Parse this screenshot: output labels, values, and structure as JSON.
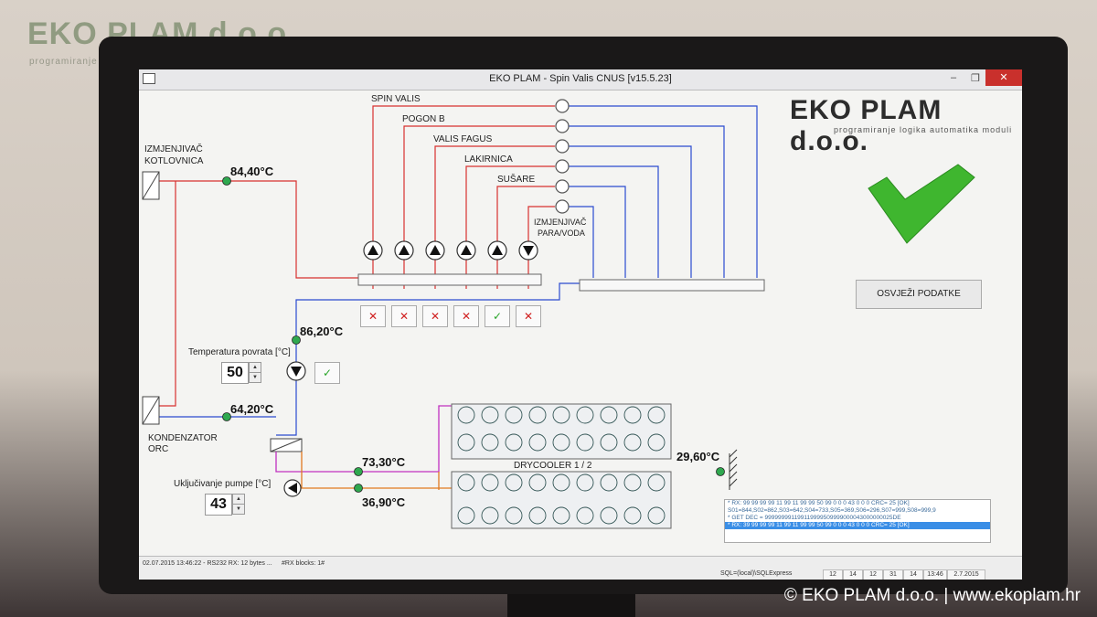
{
  "window": {
    "title": "EKO PLAM - Spin Valis CNUS [v15.5.23]",
    "min": "‒",
    "max": "❐",
    "close": "✕"
  },
  "branding": {
    "logo": "EKO PLAM d.o.o.",
    "tagline": "programiranje logika automatika moduli"
  },
  "wall": {
    "logo": "EKO PLAM d.o.o.",
    "tagline": "programiranje logika automatika moduli"
  },
  "labels": {
    "izmjenjivac_kotlovnica": [
      "IZMJENJIVAČ",
      "KOTLOVNICA"
    ],
    "kondenzator": [
      "KONDENZATOR",
      "ORC"
    ],
    "izmjenjivac_para": [
      "IZMJENJIVAČ",
      "PARA/VODA"
    ],
    "drycooler": "DRYCOOLER 1 / 2",
    "temp_povrata": "Temperatura povrata [°C]",
    "ukljucivanje": "Uključivanje pumpe [°C]"
  },
  "consumers": [
    "SPIN VALIS",
    "POGON B",
    "VALIS FAGUS",
    "LAKIRNICA",
    "SUŠARE"
  ],
  "temps": {
    "supply": "84,40°C",
    "return": "86,20°C",
    "condenser": "64,20°C",
    "dry_in": "73,30°C",
    "dry_out": "36,90°C",
    "ambient": "29,60°C"
  },
  "setpoints": {
    "temp_povrata": "50",
    "ukljucivanje": "43"
  },
  "pump_buttons": [
    "✕",
    "✕",
    "✕",
    "✕",
    "✓",
    "✕"
  ],
  "single_button": "✓",
  "refresh_button": "OSVJEŽI PODATKE",
  "log_lines": [
    "* RX: 99 99 99 99 11 99 11 99 99 50 99 0 0 0 43 0 0 0 CRC= 25 [OK]",
    "S01=844,S02=862,S03=642,S04=733,S05=369,S06=296,S07=999,S08=999,9",
    "* GET DEC = 999999991199119999509999000043000000025DE",
    "* RX: 39 99 99 99 11 99 11 99 99 50 99 0 0 0 43 0 0 0 CRC= 25 [OK]"
  ],
  "status": {
    "left": "02.07.2015 13:46:22 - RS232 RX: 12 bytes ...",
    "blocks": "#RX blocks: 1#",
    "sql": "SQL=(local)\\SQLExpress",
    "cells": [
      "12",
      "14",
      "12",
      "31",
      "14",
      "13:46",
      "2.7.2015"
    ]
  },
  "caption": "© EKO PLAM d.o.o. | www.ekoplam.hr"
}
